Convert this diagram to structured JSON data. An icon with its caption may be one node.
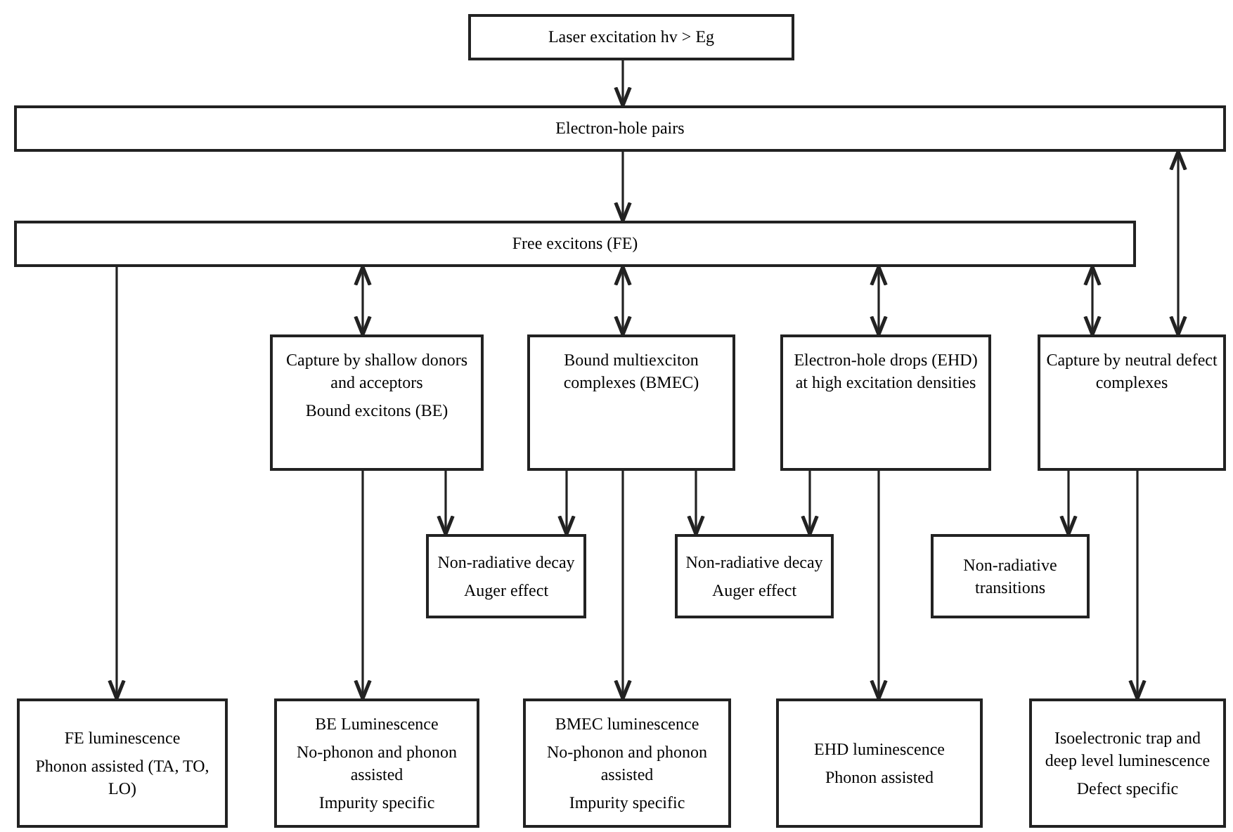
{
  "diagram": {
    "nodes": [
      {
        "text": [
          "Laser excitation hv > Eg"
        ]
      },
      {
        "text": [
          "Electron-hole pairs"
        ]
      },
      {
        "text": [
          "Free excitons (FE)"
        ]
      },
      {
        "text": [
          "Capture by shallow donors and acceptors",
          "Bound excitons (BE)"
        ]
      },
      {
        "text": [
          "Bound multiexciton complexes (BMEC)"
        ]
      },
      {
        "text": [
          "Electron-hole drops (EHD) at high excitation densities"
        ]
      },
      {
        "text": [
          "Capture by neutral defect complexes"
        ]
      },
      {
        "text": [
          "Non-radiative decay",
          "Auger effect"
        ]
      },
      {
        "text": [
          "Non-radiative decay",
          "Auger effect"
        ]
      },
      {
        "text": [
          "Non-radiative transitions"
        ]
      },
      {
        "text": [
          "FE luminescence",
          "Phonon assisted (TA, TO, LO)"
        ]
      },
      {
        "text": [
          "BE Luminescence",
          "No-phonon and phonon assisted",
          "Impurity specific"
        ]
      },
      {
        "text": [
          "BMEC luminescence",
          "No-phonon and phonon assisted",
          "Impurity specific"
        ]
      },
      {
        "text": [
          "EHD luminescence",
          "Phonon assisted"
        ]
      },
      {
        "text": [
          "Isoelectronic trap and deep level luminescence",
          "Defect specific"
        ]
      }
    ],
    "edges": [
      {
        "from": 0,
        "to": 1,
        "arrow": "to"
      },
      {
        "from": 1,
        "to": 2,
        "arrow": "to"
      },
      {
        "from": 1,
        "to": 6,
        "arrow": "both"
      },
      {
        "from": 2,
        "to": 10,
        "arrow": "to"
      },
      {
        "from": 2,
        "to": 3,
        "arrow": "both"
      },
      {
        "from": 2,
        "to": 4,
        "arrow": "both"
      },
      {
        "from": 2,
        "to": 5,
        "arrow": "both"
      },
      {
        "from": 2,
        "to": 6,
        "arrow": "both"
      },
      {
        "from": 3,
        "to": 11,
        "arrow": "to"
      },
      {
        "from": 3,
        "to": 7,
        "arrow": "to"
      },
      {
        "from": 4,
        "to": 7,
        "arrow": "to"
      },
      {
        "from": 4,
        "to": 12,
        "arrow": "to"
      },
      {
        "from": 4,
        "to": 8,
        "arrow": "to"
      },
      {
        "from": 5,
        "to": 8,
        "arrow": "to"
      },
      {
        "from": 5,
        "to": 13,
        "arrow": "to"
      },
      {
        "from": 6,
        "to": 9,
        "arrow": "to"
      },
      {
        "from": 6,
        "to": 14,
        "arrow": "to"
      }
    ]
  }
}
